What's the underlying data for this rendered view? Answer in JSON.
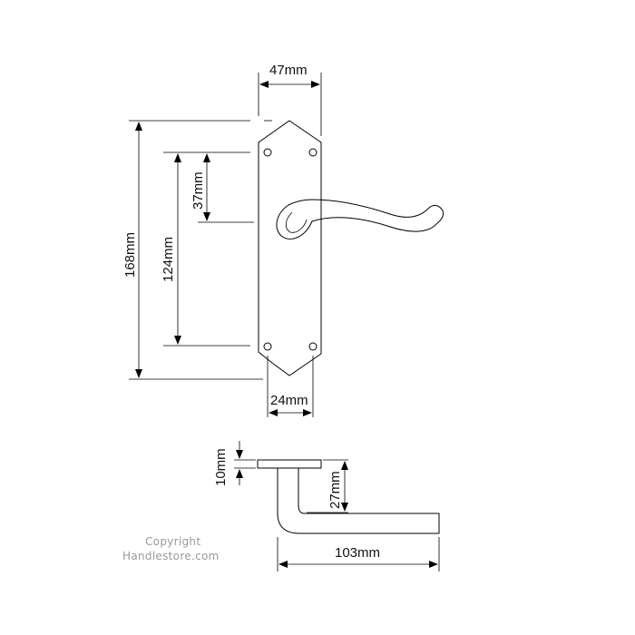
{
  "dimensions": {
    "backplate_width": "47mm",
    "overall_height": "168mm",
    "hole_vertical": "124mm",
    "lever_offset": "37mm",
    "hole_horizontal": "24mm",
    "plate_thickness": "10mm",
    "lever_projection": "27mm",
    "lever_length": "103mm"
  },
  "watermark": {
    "line1": "Copyright",
    "line2": "Handlestore.com"
  },
  "colors": {
    "line": "#000000",
    "watermark": "#9a9a9a",
    "background": "#ffffff"
  }
}
